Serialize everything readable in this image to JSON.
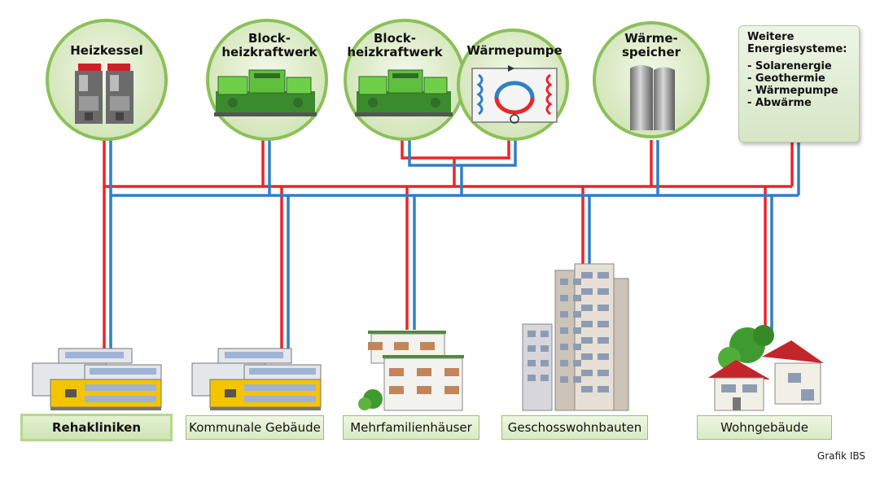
{
  "sources": {
    "heizkessel": "Heizkessel",
    "bhkw_1_line1": "Block-",
    "bhkw_1_line2": "heizkraftwerk",
    "bhkw_2_line1": "Block-",
    "bhkw_2_line2": "heizkraftwerk",
    "waermepumpe": "Wärmepumpe",
    "speicher_line1": "Wärme-",
    "speicher_line2": "speicher"
  },
  "other_systems": {
    "title_line1": "Weitere",
    "title_line2": "Energiesysteme:",
    "items": [
      "- Solarenergie",
      "- Geothermie",
      "- Wärmepumpe",
      "- Abwärme"
    ]
  },
  "consumers": [
    "Rehakliniken",
    "Kommunale Gebäude",
    "Mehrfamilienhäuser",
    "Geschosswohnbauten",
    "Wohngebäude"
  ],
  "credit": "Grafik IBS",
  "colors": {
    "supply": "#e8262b",
    "return": "#2f7fc4",
    "circle_border": "#8cc05a",
    "label_fill": "#dcebcb"
  }
}
